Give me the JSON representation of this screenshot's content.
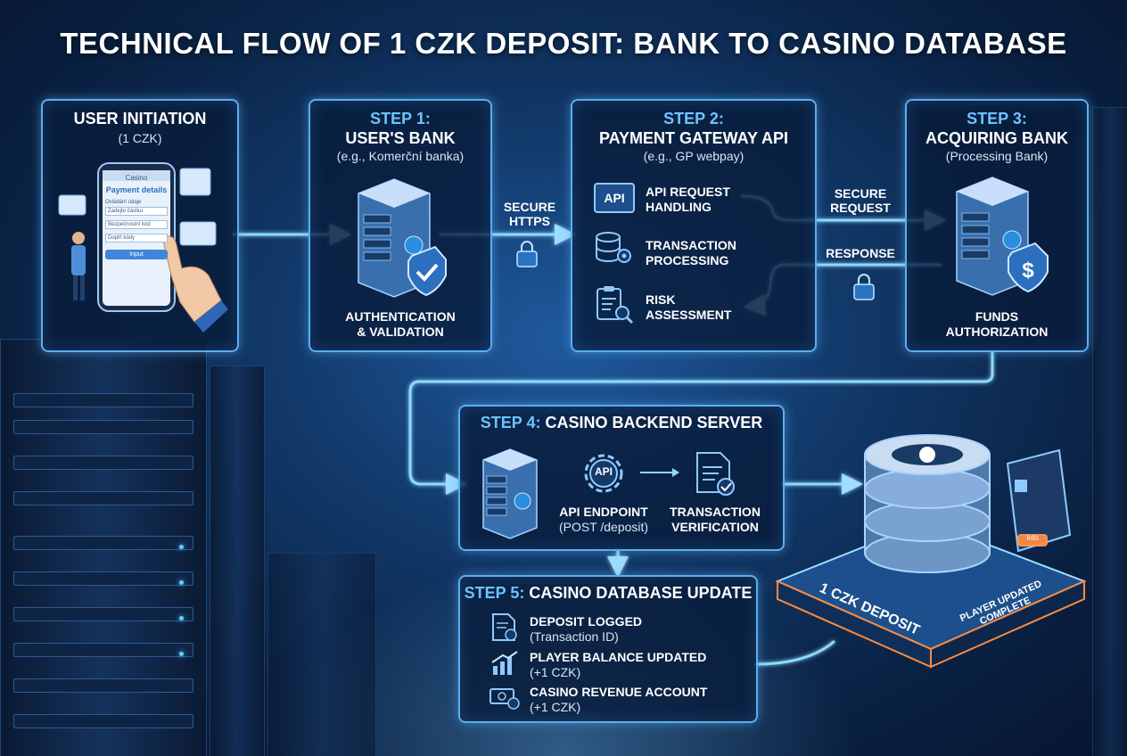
{
  "title": "TECHNICAL FLOW OF 1 CZK DEPOSIT: BANK TO CASINO DATABASE",
  "user_panel": {
    "title": "USER INITIATION",
    "subtitle": "(1 CZK)",
    "phone": {
      "header": "Casino",
      "heading": "Payment details",
      "fields": [
        "Ovládání údaje",
        "Zadejte částku",
        "Bezpečnostní kód",
        "Doplň kódy"
      ],
      "button": "Input"
    }
  },
  "step1": {
    "step": "STEP 1:",
    "title": "USER'S BANK",
    "subtitle": "(e.g., Komerční banka)",
    "caption_line1": "AUTHENTICATION",
    "caption_line2": "& VALIDATION"
  },
  "link_https": {
    "line1": "SECURE",
    "line2": "HTTPS"
  },
  "step2": {
    "step": "STEP 2:",
    "title": "PAYMENT GATEWAY API",
    "subtitle": "(e.g., GP webpay)",
    "api_badge": "API",
    "items": [
      {
        "line1": "API REQUEST",
        "line2": "HANDLING"
      },
      {
        "line1": "TRANSACTION",
        "line2": "PROCESSING"
      },
      {
        "line1": "RISK",
        "line2": "ASSESSMENT"
      }
    ]
  },
  "link_request": {
    "line1": "SECURE",
    "line2": "REQUEST"
  },
  "link_response": {
    "line1": "RESPONSE"
  },
  "step3": {
    "step": "STEP 3:",
    "title": "ACQUIRING BANK",
    "subtitle": "(Processing Bank)",
    "caption_line1": "FUNDS",
    "caption_line2": "AUTHORIZATION"
  },
  "step4": {
    "step": "STEP 4:",
    "title": "CASINO BACKEND SERVER",
    "api_badge": "API",
    "endpoint_line1": "API ENDPOINT",
    "endpoint_line2": "(POST /deposit)",
    "verify_line1": "TRANSACTION",
    "verify_line2": "VERIFICATION"
  },
  "step5": {
    "step": "STEP 5:",
    "title": "CASINO DATABASE UPDATE",
    "items": [
      {
        "title": "DEPOSIT LOGGED",
        "sub": "(Transaction ID)"
      },
      {
        "title": "PLAYER BALANCE UPDATED",
        "sub": "(+1 CZK)"
      },
      {
        "title": "CASINO REVENUE ACCOUNT",
        "sub": "(+1 CZK)"
      }
    ]
  },
  "database": {
    "base_label": "1 CZK DEPOSIT",
    "side_label_line1": "PLAYER UPDATED",
    "side_label_line2": "COMPLETE",
    "card_button": "Info"
  },
  "colors": {
    "accent": "#5aaef0",
    "step_blue": "#6cc4ff",
    "glow": "#8fd8ff",
    "orange": "#ff8a3d"
  }
}
